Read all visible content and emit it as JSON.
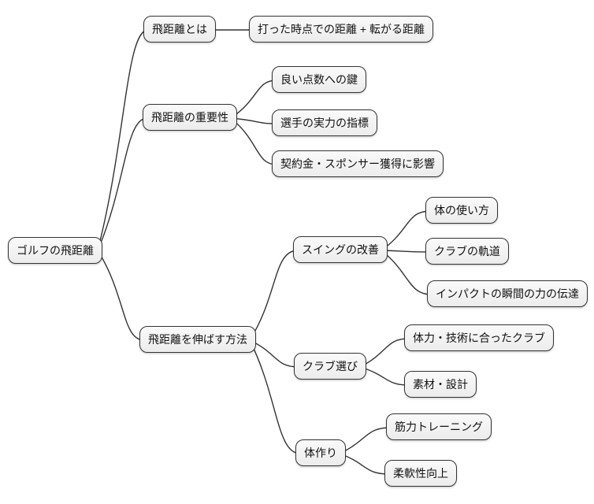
{
  "mindmap": {
    "type": "mindmap",
    "root": {
      "label": "ゴルフの飛距離",
      "children": [
        {
          "label": "飛距離とは",
          "children": [
            {
              "label": "打った時点での距離 + 転がる距離"
            }
          ]
        },
        {
          "label": "飛距離の重要性",
          "children": [
            {
              "label": "良い点数への鍵"
            },
            {
              "label": "選手の実力の指標"
            },
            {
              "label": "契約金・スポンサー獲得に影響"
            }
          ]
        },
        {
          "label": "飛距離を伸ばす方法",
          "children": [
            {
              "label": "スイングの改善",
              "children": [
                {
                  "label": "体の使い方"
                },
                {
                  "label": "クラブの軌道"
                },
                {
                  "label": "インパクトの瞬間の力の伝達"
                }
              ]
            },
            {
              "label": "クラブ選び",
              "children": [
                {
                  "label": "体力・技術に合ったクラブ"
                },
                {
                  "label": "素材・設計"
                }
              ]
            },
            {
              "label": "体作り",
              "children": [
                {
                  "label": "筋力トレーニング"
                },
                {
                  "label": "柔軟性向上"
                }
              ]
            }
          ]
        }
      ]
    },
    "colors": {
      "background": "#ffffff",
      "node_fill": "#ececec",
      "node_fill_top": "#fafafa",
      "node_border": "#333333",
      "edge": "#333333",
      "text": "#111111"
    }
  }
}
